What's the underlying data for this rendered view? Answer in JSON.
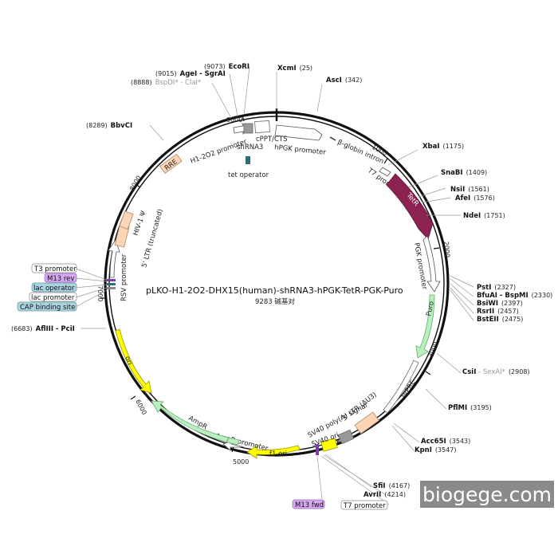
{
  "title": "pLKO-H1-2O2-DHX15(human)-shRNA3-hPGK-TetR-PGK-Puro",
  "subtitle": "9283 碱基对",
  "watermark": "biogege.com",
  "ticks": [
    "1000",
    "2000",
    "3000",
    "4000",
    "5000",
    "6000",
    "7000",
    "8000",
    "9000"
  ],
  "features": {
    "cppt": "cPPT/CTS",
    "hpgk": "hPGK promoter",
    "bglobin": "β-globin intron",
    "t7a": "T7 promoter",
    "tetr": "TetR",
    "pgk": "PGK promoter",
    "puro": "Puro",
    "wpre": "WPRE",
    "ltr3": "3' LTR (ΔU3)",
    "sv40pa": "SV40 poly(A) signal",
    "sv40ori": "SV40 ori",
    "f1ori": "f1 ori",
    "amppro": "AmpR promoter",
    "ampr": "AmpR",
    "ori": "ori",
    "rsv": "RSV promoter",
    "ltr5": "5' LTR (truncated)",
    "hiv": "HIV-1 Ψ",
    "rre": "RRE",
    "h1": "H1-2O2 promoter",
    "shrna": "shRNA3",
    "tetop": "tet operator"
  },
  "sites": [
    {
      "name": "XcmI",
      "pos": "(25)"
    },
    {
      "name": "AscI",
      "pos": "(342)"
    },
    {
      "name": "XbaI",
      "pos": "(1175)"
    },
    {
      "name": "SnaBI",
      "pos": "(1409)"
    },
    {
      "name": "NsiI",
      "pos": "(1561)"
    },
    {
      "name": "AfeI",
      "pos": "(1576)"
    },
    {
      "name": "NdeI",
      "pos": "(1751)"
    },
    {
      "name": "PstI",
      "pos": "(2327)"
    },
    {
      "name": "BfuAI - BspMI",
      "pos": "(2330)"
    },
    {
      "name": "BsiWI",
      "pos": "(2397)"
    },
    {
      "name": "RsrII",
      "pos": "(2457)"
    },
    {
      "name": "BstEII",
      "pos": "(2475)"
    },
    {
      "name": "CsiI",
      "grey": " - SexAI*",
      "pos": "(2908)"
    },
    {
      "name": "PflMI",
      "pos": "(3195)"
    },
    {
      "name": "Acc65I",
      "pos": "(3543)"
    },
    {
      "name": "KpnI",
      "pos": "(3547)"
    },
    {
      "name": "SfiI",
      "pos": "(4167)"
    },
    {
      "name": "AvrII",
      "pos": "(4214)"
    },
    {
      "name": "AflIII - PciI",
      "pos": "(6683)"
    },
    {
      "name": "BbvCI",
      "pos": "(8289)"
    },
    {
      "name": "BspDI* - ClaI*",
      "pos": "(8888)"
    },
    {
      "name": "AgeI - SgrAI",
      "pos": "(9015)"
    },
    {
      "name": "EcoRI",
      "pos": "(9073)"
    }
  ],
  "tags": {
    "t3": "T3 promoter",
    "m13rev": "M13 rev",
    "lacop": "lac operator",
    "lacpro": "lac promoter",
    "cap": "CAP binding site",
    "m13fwd": "M13 fwd",
    "t7b": "T7 promoter"
  },
  "colors": {
    "tetr": "#8b2252",
    "puro": "#b8f0c0",
    "ampr": "#b8f0c0",
    "f1ori": "#ffff00",
    "ori": "#ffff00",
    "misc": "#fbd5b5",
    "tetop": "#2f6f73",
    "m13": "#d7a7f0",
    "lac": "#a9d3df"
  }
}
